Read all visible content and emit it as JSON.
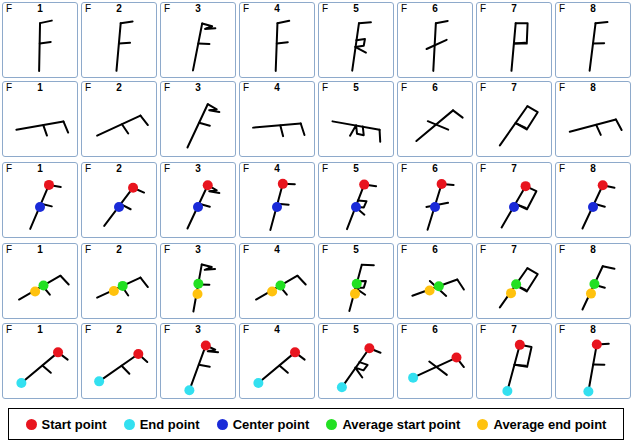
{
  "diagram": {
    "nodes": [
      {
        "text": [
          "F",
          "1"
        ]
      },
      {
        "text": [
          "F",
          "2"
        ]
      },
      {
        "text": [
          "F",
          "3"
        ]
      },
      {
        "text": [
          "F",
          "4"
        ]
      },
      {
        "text": [
          "F",
          "5"
        ]
      },
      {
        "text": [
          "F",
          "6"
        ]
      },
      {
        "text": [
          "F",
          "7"
        ]
      },
      {
        "text": [
          "F",
          "8"
        ]
      },
      {
        "text": [
          "F",
          "1"
        ]
      },
      {
        "text": [
          "F",
          "2"
        ]
      },
      {
        "text": [
          "F",
          "3"
        ]
      },
      {
        "text": [
          "F",
          "4"
        ]
      },
      {
        "text": [
          "F",
          "5"
        ]
      },
      {
        "text": [
          "F",
          "6"
        ]
      },
      {
        "text": [
          "F",
          "7"
        ]
      },
      {
        "text": [
          "F",
          "8"
        ]
      },
      {
        "text": [
          "F",
          "1"
        ]
      },
      {
        "text": [
          "F",
          "2"
        ]
      },
      {
        "text": [
          "F",
          "3"
        ]
      },
      {
        "text": [
          "F",
          "4"
        ]
      },
      {
        "text": [
          "F",
          "5"
        ]
      },
      {
        "text": [
          "F",
          "6"
        ]
      },
      {
        "text": [
          "F",
          "7"
        ]
      },
      {
        "text": [
          "F",
          "8"
        ]
      },
      {
        "text": [
          "F",
          "1"
        ]
      },
      {
        "text": [
          "F",
          "2"
        ]
      },
      {
        "text": [
          "F",
          "3"
        ]
      },
      {
        "text": [
          "F",
          "4"
        ]
      },
      {
        "text": [
          "F",
          "5"
        ]
      },
      {
        "text": [
          "F",
          "6"
        ]
      },
      {
        "text": [
          "F",
          "7"
        ]
      },
      {
        "text": [
          "F",
          "8"
        ]
      },
      {
        "text": [
          "F",
          "1"
        ]
      },
      {
        "text": [
          "F",
          "2"
        ]
      },
      {
        "text": [
          "F",
          "3"
        ]
      },
      {
        "text": [
          "F",
          "4"
        ]
      },
      {
        "text": [
          "F",
          "5"
        ]
      },
      {
        "text": [
          "F",
          "6"
        ]
      },
      {
        "text": [
          "F",
          "7"
        ]
      },
      {
        "text": [
          "F",
          "8"
        ]
      }
    ],
    "legend": [
      {
        "text": "Start point",
        "color": "#e8141e"
      },
      {
        "text": "End point",
        "color": "#33e0f0"
      },
      {
        "text": "Center point",
        "color": "#1a2ad8"
      },
      {
        "text": "Average start point",
        "color": "#22e022"
      },
      {
        "text": "Average end point",
        "color": "#ffc20e"
      }
    ]
  }
}
